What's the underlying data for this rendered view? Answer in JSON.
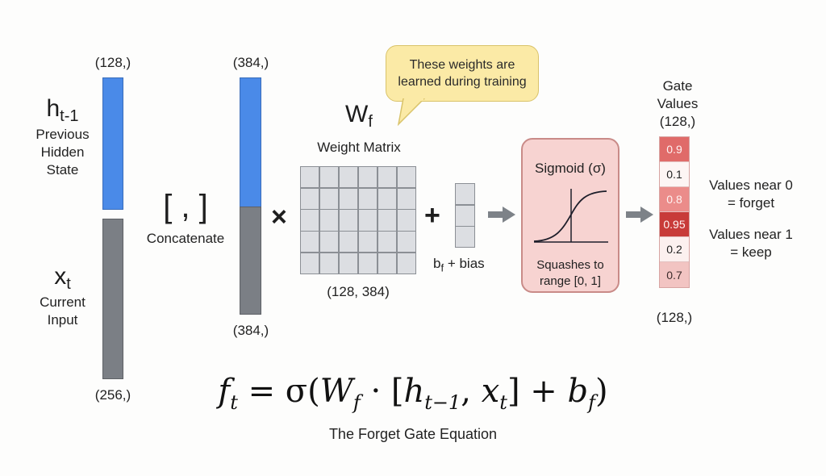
{
  "inputs": {
    "h_prev": {
      "symbol": "h",
      "subscript": "t-1",
      "label_lines": [
        "Previous",
        "Hidden",
        "State"
      ],
      "dim": "(128,)",
      "color": "#4a8ae8"
    },
    "x_t": {
      "symbol": "x",
      "subscript": "t",
      "label_lines": [
        "Current",
        "Input"
      ],
      "dim": "(256,)",
      "color": "#7b7f85"
    }
  },
  "concat": {
    "symbol": "[ , ]",
    "label": "Concatenate",
    "dim_top": "(384,)",
    "dim_bottom": "(384,)"
  },
  "operators": {
    "multiply": "×",
    "plus": "+"
  },
  "weights": {
    "symbol": "W",
    "subscript": "f",
    "label": "Weight Matrix",
    "dim": "(128, 384)",
    "rows": 5,
    "cols": 6
  },
  "callout": {
    "lines": [
      "These weights are",
      "learned during training"
    ],
    "color": "#fbeaa6"
  },
  "bias": {
    "symbol": "b",
    "subscript": "f",
    "label_suffix": " + bias",
    "cells": 3
  },
  "sigmoid": {
    "title": "Sigmoid (σ)",
    "caption_lines": [
      "Squashes to",
      "range [0, 1]"
    ],
    "color": "#f7d3d1"
  },
  "gate": {
    "title_lines": [
      "Gate",
      "Values"
    ],
    "dim_top": "(128,)",
    "dim_bottom": "(128,)",
    "values": [
      {
        "value": "0.9",
        "bg": "#e06b69",
        "fg": "#fff3f2"
      },
      {
        "value": "0.1",
        "bg": "#fdf5f4",
        "fg": "#1f1f1f"
      },
      {
        "value": "0.8",
        "bg": "#eb8c8a",
        "fg": "#fff3f2"
      },
      {
        "value": "0.95",
        "bg": "#c83b39",
        "fg": "#fff3f2"
      },
      {
        "value": "0.2",
        "bg": "#fcf0ef",
        "fg": "#1f1f1f"
      },
      {
        "value": "0.7",
        "bg": "#f2c4c2",
        "fg": "#3a2a2a"
      }
    ],
    "notes": [
      {
        "line1": "Values near 0",
        "line2": "= forget"
      },
      {
        "line1": "Values near 1",
        "line2": "= keep"
      }
    ]
  },
  "equation": {
    "parts": {
      "f": "f",
      "f_sub": "t",
      "eq": " = σ(",
      "W": "W",
      "W_sub": "f",
      "dot": " · [",
      "h": "h",
      "h_sub": "t−1",
      "comma": ", ",
      "x": "x",
      "x_sub": "t",
      "close": "] + ",
      "b": "b",
      "b_sub": "f",
      "end": ")"
    },
    "caption": "The Forget Gate Equation"
  }
}
